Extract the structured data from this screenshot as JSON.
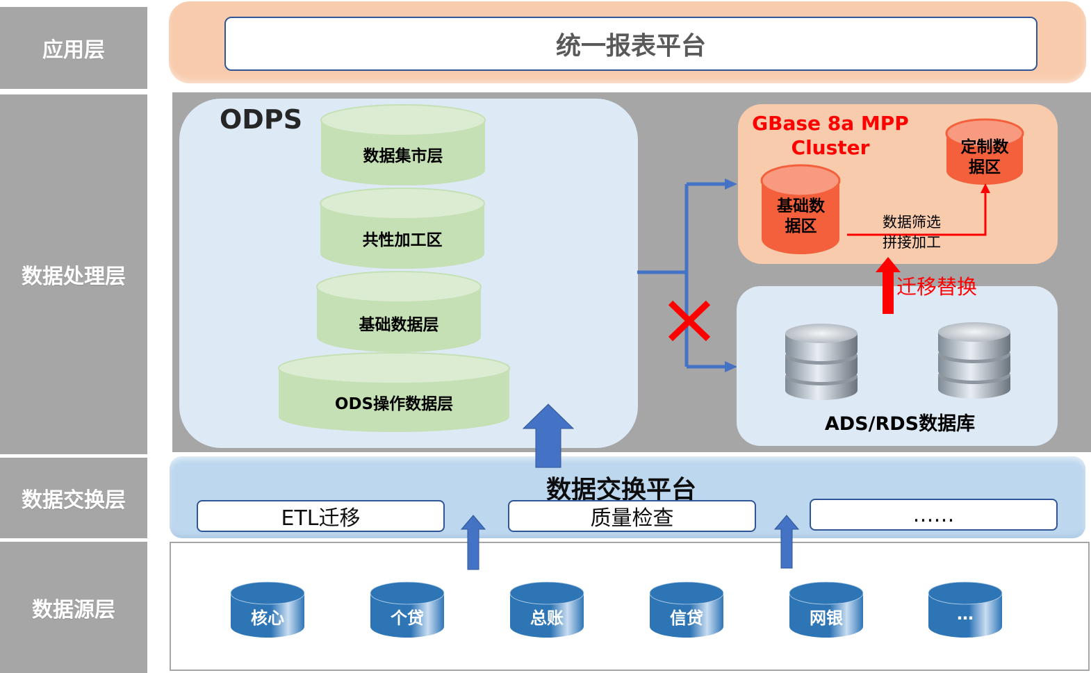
{
  "layers": {
    "application": "应用层",
    "processing": "数据处理层",
    "exchange": "数据交换层",
    "source": "数据源层"
  },
  "application_layer": {
    "platform": "统一报表平台"
  },
  "processing_layer": {
    "odps": {
      "title": "ODPS",
      "tiers": [
        "数据集市层",
        "共性加工区",
        "基础数据层",
        "ODS操作数据层"
      ]
    },
    "gbase": {
      "title_line1": "GBase 8a MPP",
      "title_line2": "Cluster",
      "base_zone_line1": "基础数",
      "base_zone_line2": "据区",
      "custom_zone_line1": "定制数",
      "custom_zone_line2": "据区",
      "process_line1": "数据筛选",
      "process_line2": "拼接加工"
    },
    "migration_label": "迁移替换",
    "ads_rds": {
      "label": "ADS/RDS数据库"
    },
    "blocked_path": "blocked"
  },
  "exchange_layer": {
    "title": "数据交换平台",
    "modules": [
      "ETL迁移",
      "质量检查",
      "……"
    ]
  },
  "source_layer": {
    "sources": [
      "核心",
      "个贷",
      "总账",
      "信贷",
      "网银",
      "…"
    ]
  },
  "colors": {
    "layer_label_bg": "#a6a6a6",
    "app_band": "#f8cbad",
    "odps_bg": "#dde9f5",
    "odps_tier": "#c5e0b4",
    "gbase_cyl": "#f4603c",
    "arrow_blue": "#4472c4",
    "alert_red": "#ff0000",
    "source_cyl": "#2e75b6"
  }
}
